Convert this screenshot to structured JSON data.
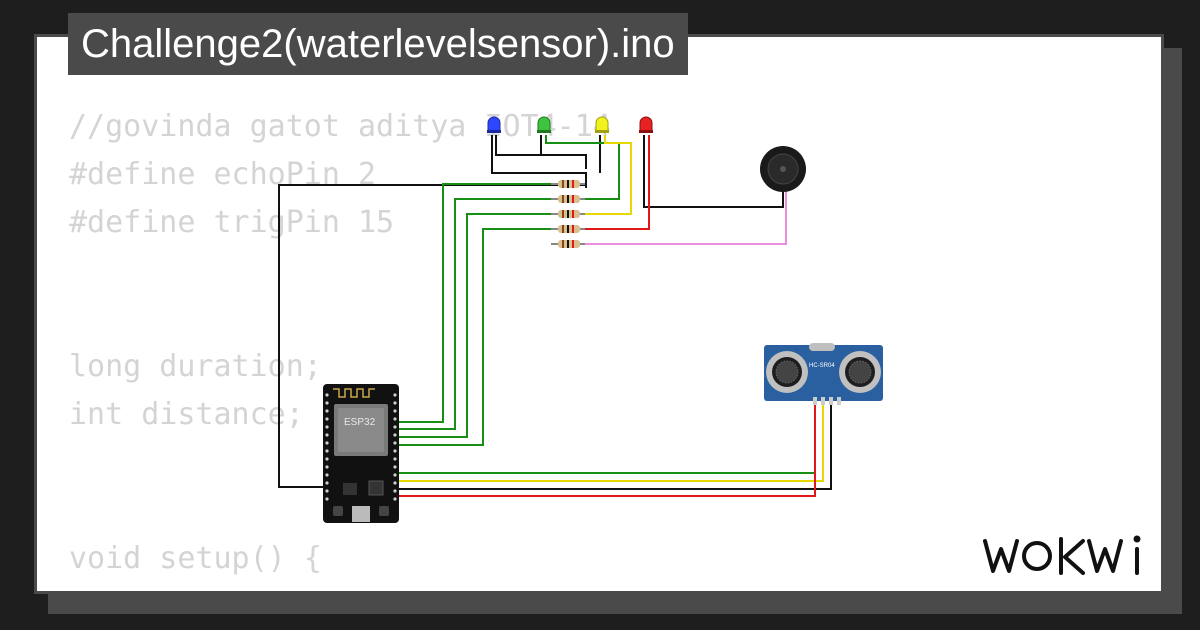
{
  "project": {
    "title": "Challenge2(waterlevelsensor).ino"
  },
  "code_lines": [
    "//govinda gatot aditya IOT4-14",
    "#define echoPin 2",
    "#define trigPin 15",
    "",
    "",
    "long duration;",
    "int distance;",
    "",
    "",
    "void setup() {"
  ],
  "components": {
    "board_label": "ESP32",
    "sensor_label": "HC-SR04",
    "led_colors": [
      "#2f46ff",
      "#3ec43e",
      "#f2f21e",
      "#e62222"
    ]
  },
  "wire_colors": {
    "black": "#111111",
    "green": "#159015",
    "yellow": "#e6d800",
    "red": "#e01818",
    "pink": "#e88ee0"
  },
  "brand": {
    "logo_text": "WOKWI"
  }
}
